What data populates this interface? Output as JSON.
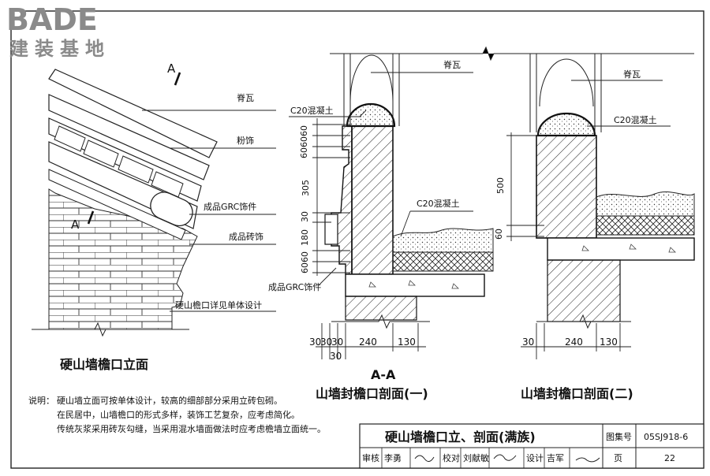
{
  "logo": {
    "latin": "BADE",
    "chinese": "建装基地"
  },
  "labels": {
    "section_mark": "A",
    "ridge_tile": "脊瓦",
    "decoration": "粉饰",
    "grc_decor": "成品GRC饰件",
    "brick_decor": "成品砖饰",
    "eave_note": "硬山檐口详见单体设计",
    "c20_concrete": "C20混凝土",
    "grc_piece": "成品GRC饰件"
  },
  "dims": {
    "d30": "30",
    "d60": "60",
    "d180": "180",
    "d240": "240",
    "d130": "130",
    "d305": "305",
    "d500": "500"
  },
  "titles": {
    "elevation": "硬山墙檐口立面",
    "section_label": "A-A",
    "section_one": "山墙封檐口剖面(一)",
    "section_two": "山墙封檐口剖面(二)"
  },
  "notes": {
    "label": "说明：",
    "line1": "硬山墙立面可按单体设计，较高的细部部分采用立砖包砌。",
    "line2": "在民居中，山墙檐口的形式多样，装饰工艺复杂，应考虑简化。",
    "line3": "传统灰浆采用砖灰勾缝，当采用混水墙面做法时应考虑檐墙立面统一。"
  },
  "titleblock": {
    "title": "硬山墙檐口立、剖面(满族)",
    "atlas_label": "图集号",
    "atlas_no": "05SJ918-6",
    "review_label": "审核",
    "review_name": "李勇",
    "check_label": "校对",
    "check_name": "刘献敏",
    "design_label": "设计",
    "design_name": "吉军",
    "page_label": "页",
    "page_no": "22"
  }
}
